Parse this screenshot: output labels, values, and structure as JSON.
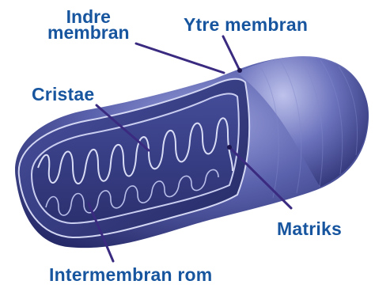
{
  "labels": {
    "inner_membrane_line1": "Indre",
    "inner_membrane_line2": "membran",
    "outer_membrane": "Ytre membran",
    "cristae": "Cristae",
    "matrix": "Matriks",
    "intermembrane_space": "Intermembran rom"
  },
  "colors": {
    "label_text": "#17559f",
    "leader_line": "#3a2a80",
    "organelle_body": "#5b62ad",
    "organelle_shadow": "#262a69",
    "organelle_highlight": "#c2c6ee",
    "cross_section": "#343a82",
    "membrane_outline": "#d3d7f3"
  }
}
